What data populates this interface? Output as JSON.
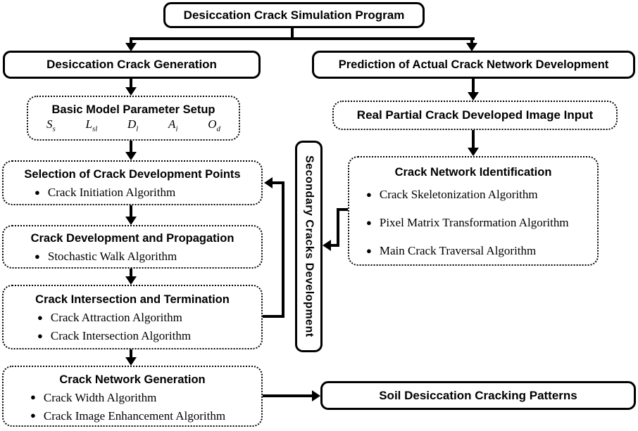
{
  "diagram": {
    "type": "flowchart",
    "colors": {
      "line": "#000000",
      "background": "#ffffff",
      "text": "#000000"
    },
    "icons": {
      "bullet_glyph": "●"
    },
    "nodes": {
      "program": {
        "label": "Desiccation Crack Simulation Program"
      },
      "generation_branch": {
        "label": "Desiccation Crack Generation"
      },
      "prediction_branch": {
        "label": "Prediction of Actual Crack Network Development"
      },
      "param_setup": {
        "title": "Basic Model Parameter Setup",
        "symbols": [
          {
            "base": "S",
            "sub": "s"
          },
          {
            "base": "L",
            "sub": "sl"
          },
          {
            "base": "D",
            "sub": "l"
          },
          {
            "base": "A",
            "sub": "i"
          },
          {
            "base": "O",
            "sub": "d"
          }
        ]
      },
      "selection": {
        "title": "Selection of Crack Development Points",
        "items": [
          "Crack Initiation Algorithm"
        ]
      },
      "development": {
        "title": "Crack Development and Propagation",
        "items": [
          "Stochastic Walk Algorithm"
        ]
      },
      "intersection": {
        "title": "Crack Intersection and Termination",
        "items": [
          "Crack Attraction Algorithm",
          "Crack Intersection Algorithm"
        ]
      },
      "network_generation": {
        "title": "Crack Network Generation",
        "items": [
          "Crack Width Algorithm",
          "Crack Image Enhancement Algorithm"
        ]
      },
      "image_input": {
        "label": "Real Partial Crack Developed Image Input"
      },
      "identification": {
        "title": "Crack Network Identification",
        "items": [
          "Crack Skeletonization Algorithm",
          "Pixel Matrix Transformation Algorithm",
          "Main Crack Traversal Algorithm"
        ]
      },
      "secondary": {
        "label": "Secondary Cracks Development"
      },
      "patterns": {
        "label": "Soil Desiccation Cracking Patterns"
      }
    },
    "edges": [
      {
        "from": "program",
        "to": "generation_branch"
      },
      {
        "from": "program",
        "to": "prediction_branch"
      },
      {
        "from": "generation_branch",
        "to": "param_setup"
      },
      {
        "from": "param_setup",
        "to": "selection"
      },
      {
        "from": "selection",
        "to": "development"
      },
      {
        "from": "development",
        "to": "intersection"
      },
      {
        "from": "intersection",
        "to": "network_generation"
      },
      {
        "from": "intersection",
        "to": "selection",
        "note": "feedback loop"
      },
      {
        "from": "prediction_branch",
        "to": "image_input"
      },
      {
        "from": "image_input",
        "to": "identification"
      },
      {
        "from": "identification",
        "to": "secondary"
      },
      {
        "from": "network_generation",
        "to": "patterns"
      }
    ]
  }
}
